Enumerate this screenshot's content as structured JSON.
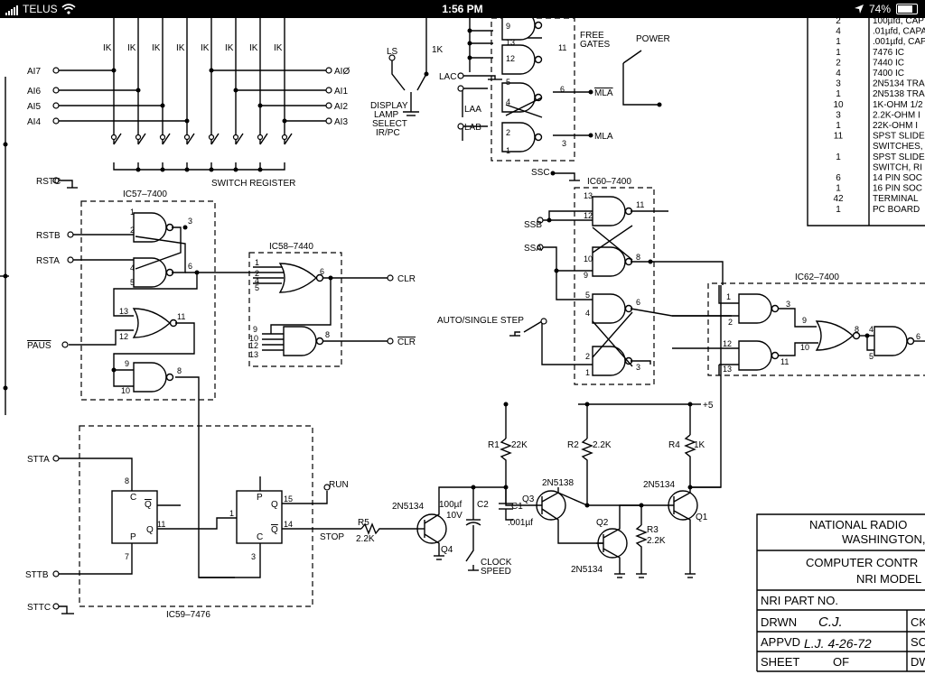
{
  "statusbar": {
    "carrier": "TELUS",
    "time": "1:56 PM",
    "battery": "74%",
    "battery_level": 0.74
  },
  "labels": {
    "switch_register": "SWITCH REGISTER",
    "ik": "IK",
    "ai7": "AI7",
    "ai6": "AI6",
    "ai5": "AI5",
    "ai4": "AI4",
    "ai0": "AIØ",
    "ai1": "AI1",
    "ai2": "AI2",
    "ai3": "AI3",
    "ls": "LS",
    "r1k_top": "1K",
    "display_lamp_1": "DISPLAY",
    "display_lamp_2": "LAMP",
    "display_lamp_3": "SELECT",
    "display_lamp_4": "IR/PC",
    "lac": "LAC",
    "laa": "LAA",
    "lab": "LAB",
    "free_gates_1": "FREE",
    "free_gates_2": "GATES",
    "power": "POWER",
    "mla_bar": "MLA",
    "mla": "MLA",
    "ssc": "SSC",
    "ssb": "SSB",
    "ssa": "SSA",
    "ic60": "IC60–7400",
    "auto_single": "AUTO/SINGLE STEP",
    "rstc": "RSTC",
    "rstb": "RSTB",
    "rsta": "RSTA",
    "paus": "PAUS",
    "ic57": "IC57–7400",
    "ic58": "IC58–7440",
    "clr": "CLR",
    "clr_bar": "CLR",
    "ic62": "IC62–7400",
    "stta": "STTA",
    "sttb": "STTB",
    "sttc": "STTC",
    "ic59": "IC59–7476",
    "run": "RUN",
    "stop": "STOP",
    "r5": "R5",
    "r5v": "2.2K",
    "q4": "Q4",
    "q4t": "2N5134",
    "c2": "C2",
    "c2v1": "100µf",
    "c2v2": "10V",
    "c1": "C1",
    "c1v": ".001µf",
    "clock1": "CLOCK",
    "clock2": "SPEED",
    "r1": "R1",
    "r1v": "22K",
    "r2": "R2",
    "r2v": "2.2K",
    "r3": "R3",
    "r3v": "2.2K",
    "r4": "R4",
    "r4v": "1K",
    "q3": "Q3",
    "q3t": "2N5138",
    "q2": "Q2",
    "q2t": "2N5134",
    "q1": "Q1",
    "q1t": "2N5134",
    "plus5": "+5",
    "q_bar": "Q",
    "q": "Q",
    "c": "C",
    "p": "P"
  },
  "pins": {
    "p1": "1",
    "p2": "2",
    "p3": "3",
    "p4": "4",
    "p5": "5",
    "p6": "6",
    "p7": "7",
    "p8": "8",
    "p9": "9",
    "p10": "10",
    "p11": "11",
    "p12": "12",
    "p13": "13",
    "p14": "14",
    "p15": "15"
  },
  "parts_list": [
    {
      "qty": "2",
      "desc": "100µfd, CAP"
    },
    {
      "qty": "4",
      "desc": ".01µfd, CAPA"
    },
    {
      "qty": "1",
      "desc": ".001µfd, CAP"
    },
    {
      "qty": "1",
      "desc": "7476 IC"
    },
    {
      "qty": "2",
      "desc": "7440 IC"
    },
    {
      "qty": "4",
      "desc": "7400 IC"
    },
    {
      "qty": "3",
      "desc": "2N5134 TRA"
    },
    {
      "qty": "1",
      "desc": "2N5138 TRA"
    },
    {
      "qty": "10",
      "desc": "1K-OHM 1/2"
    },
    {
      "qty": "3",
      "desc": "2.2K-OHM I"
    },
    {
      "qty": "1",
      "desc": "22K-OHM I"
    },
    {
      "qty": "11",
      "desc": "SPST SLIDE"
    },
    {
      "qty": "",
      "desc": "SWITCHES,"
    },
    {
      "qty": "1",
      "desc": "SPST SLIDE"
    },
    {
      "qty": "",
      "desc": "SWITCH, RI"
    },
    {
      "qty": "6",
      "desc": "14 PIN SOC"
    },
    {
      "qty": "1",
      "desc": "16 PIN SOC"
    },
    {
      "qty": "42",
      "desc": "TERMINAL"
    },
    {
      "qty": "1",
      "desc": "PC BOARD"
    }
  ],
  "title_block": {
    "org1": "NATIONAL RADIO",
    "org2": "WASHINGTON,",
    "title1": "COMPUTER CONTR",
    "title2": "NRI MODEL",
    "part_no": "NRI PART NO.",
    "drwn": "DRWN",
    "drwn_sig": "C.J.",
    "appvd": "APPVD",
    "appvd_sig": "L.J.  4-26-72",
    "sheet": "SHEET",
    "of": "OF",
    "ck": "CK",
    "sc": "SC",
    "dw": "DW"
  }
}
